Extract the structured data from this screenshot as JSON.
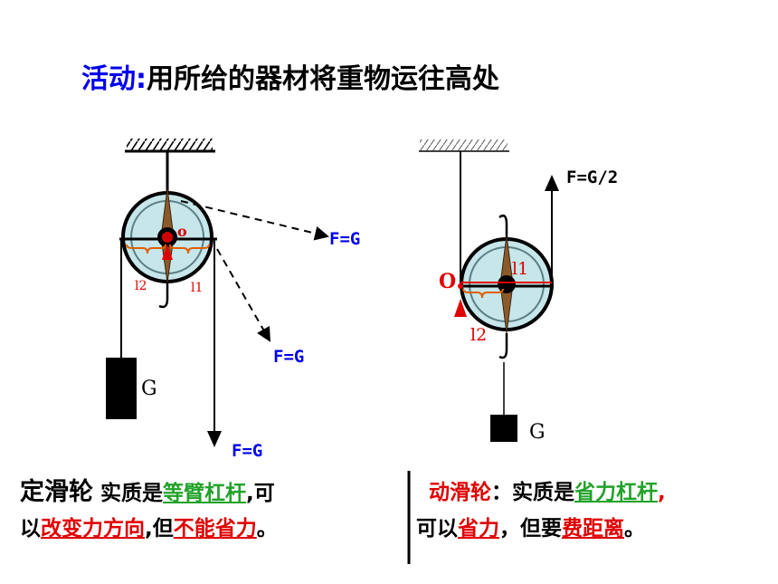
{
  "title": {
    "prefix": "活动",
    "colon": ":",
    "rest": "用所给的器材将重物运往高处"
  },
  "fixed_pulley": {
    "pivot": "o",
    "arm_left": "l2",
    "arm_right": "l1",
    "weight": "G",
    "forces": [
      "F=G",
      "F=G",
      "F=G"
    ]
  },
  "movable_pulley": {
    "pivot": "O",
    "arm_top": "l1",
    "arm_bottom": "l2",
    "weight": "G",
    "force": "F=G/2"
  },
  "summary_left": {
    "name": "定滑轮",
    "t1": "实质是",
    "t2": "等臂杠杆",
    "t3": ",可",
    "t4": "以",
    "t5": "改变力方向",
    "t6": ",但",
    "t7": "不能省力",
    "t8": "。"
  },
  "summary_right": {
    "name": "动滑轮",
    "t1": "：实质是",
    "t2": "省力杠杆",
    "t3": ",",
    "t4": "可以",
    "t5": "省力",
    "t6": "，但要",
    "t7": "费距离",
    "t8": "。"
  },
  "colors": {
    "title_blue": "#0000ee",
    "green": "#22a22a",
    "red": "#e00000",
    "force_blue": "#0000ee",
    "pulley_fill": "#bfe0e4",
    "wood": "#8b5a2b"
  }
}
